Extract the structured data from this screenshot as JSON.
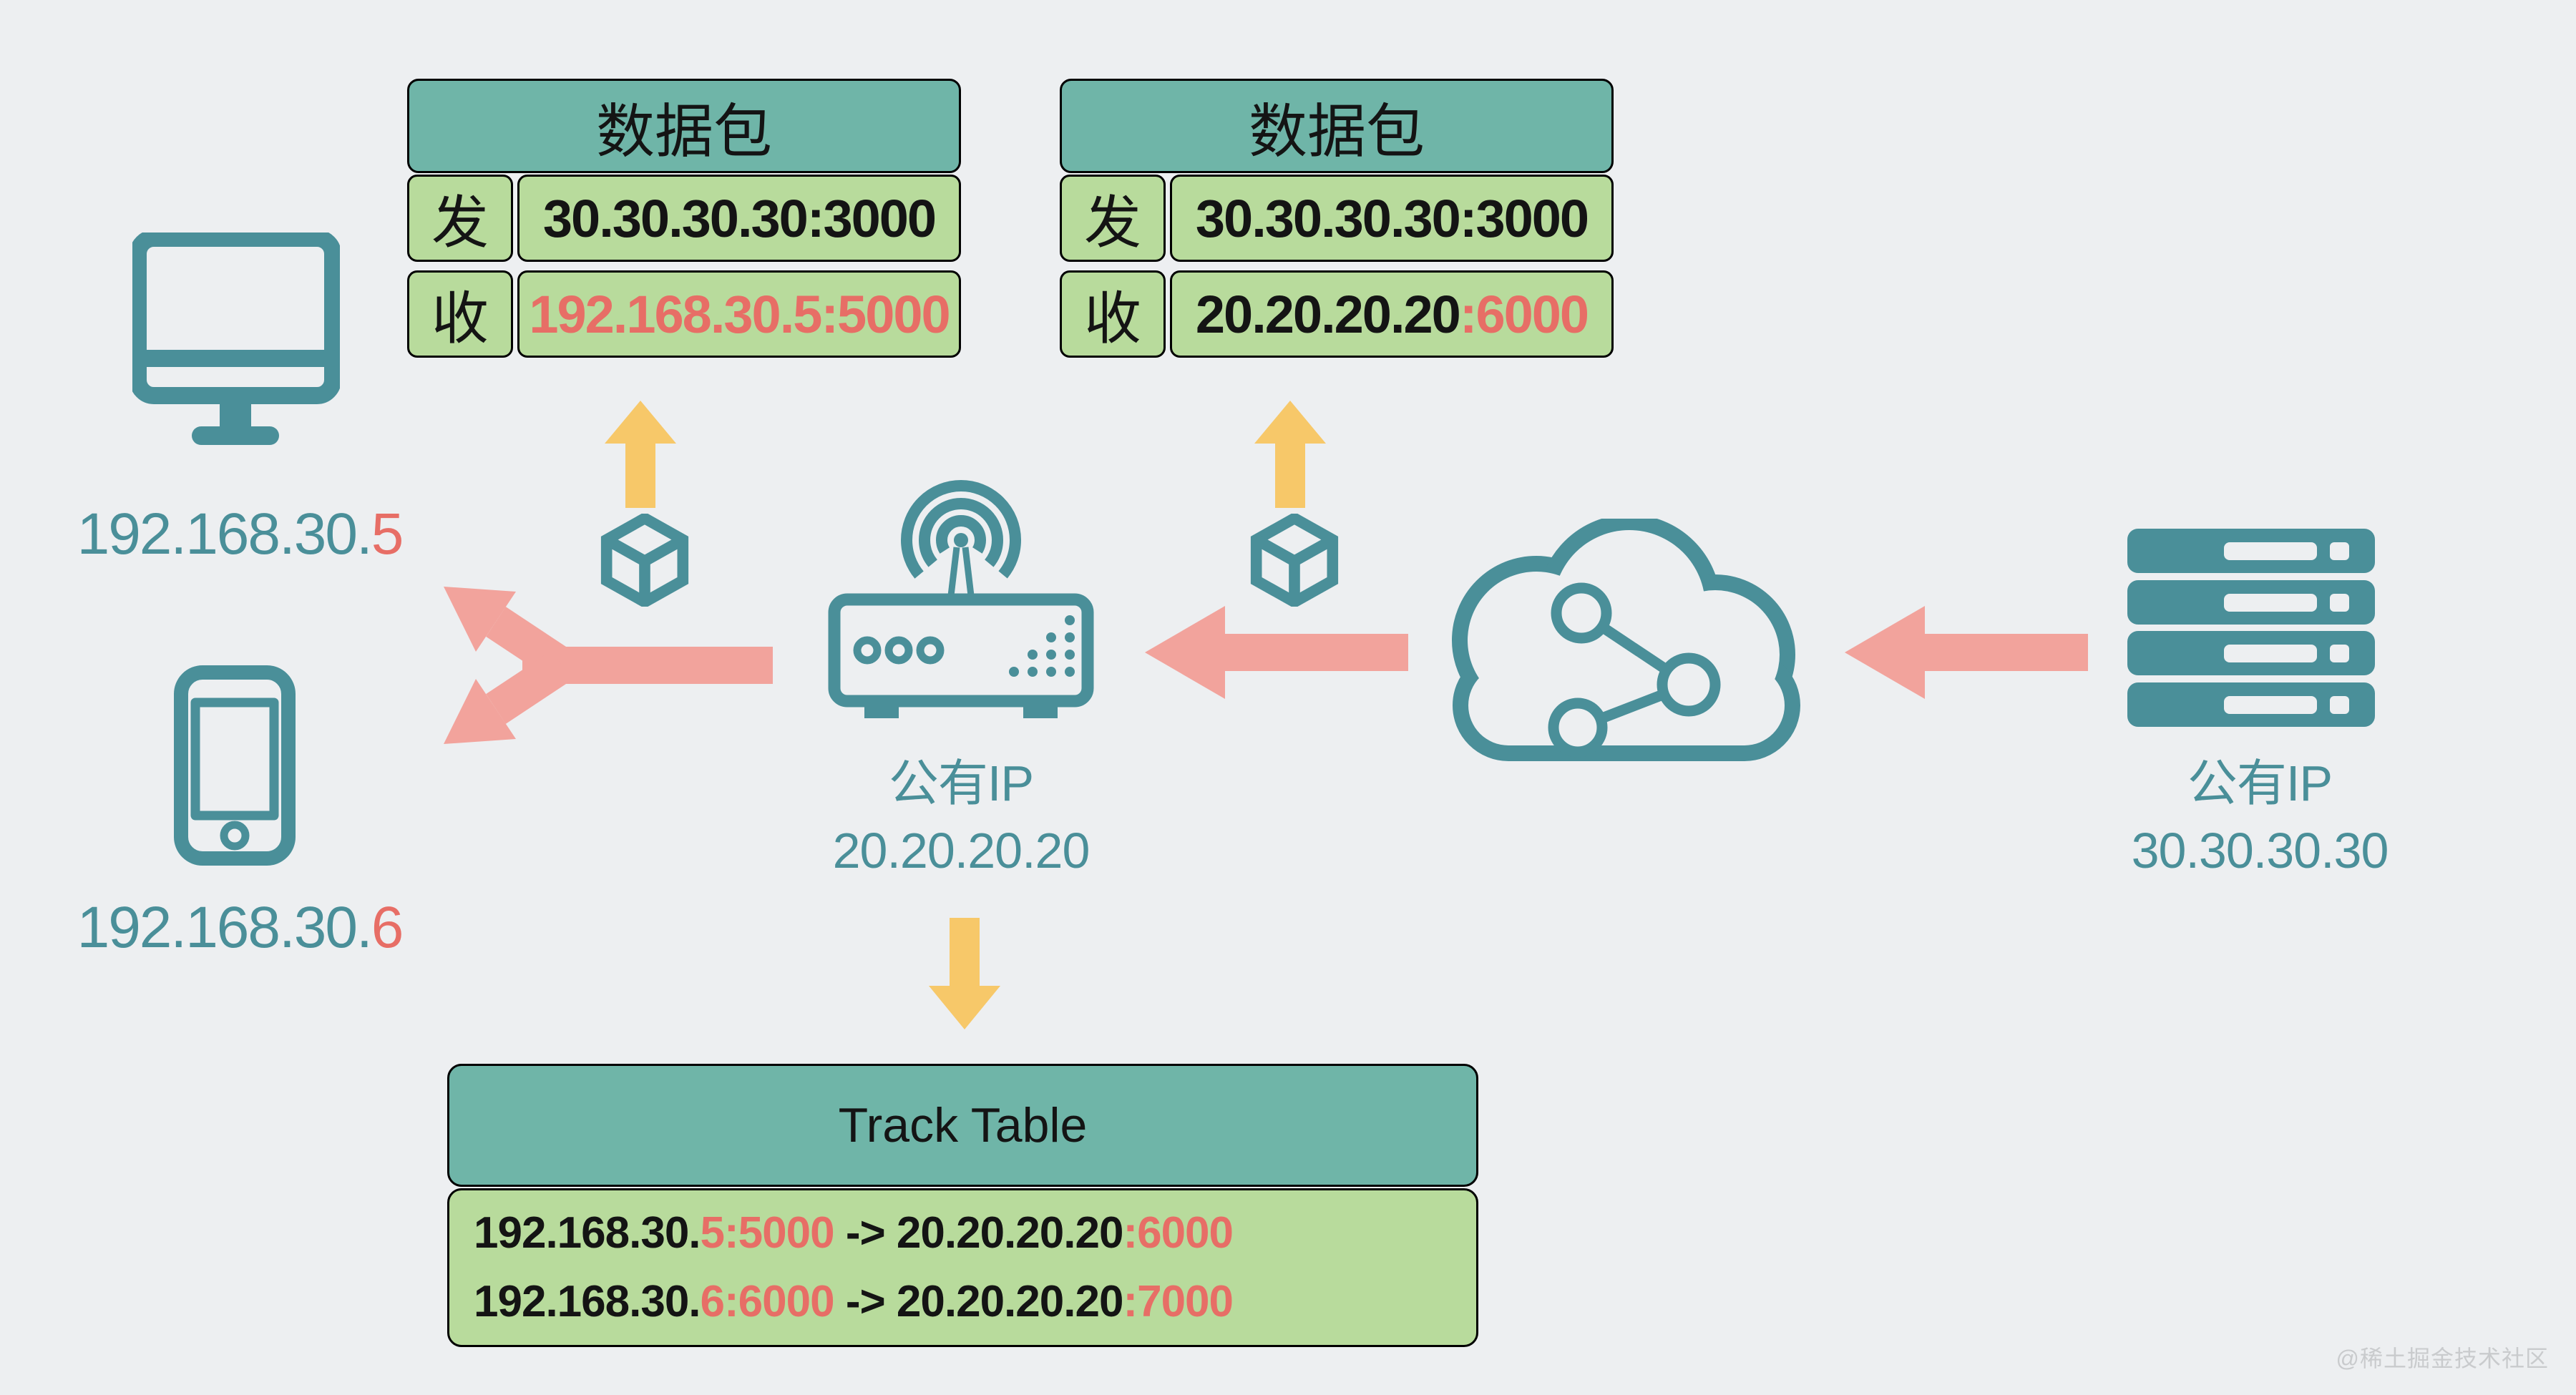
{
  "colors": {
    "background": "#edeff1",
    "teal_icon": "#4a8f99",
    "teal_header": "#6fb5a8",
    "cell_green": "#b8db9c",
    "accent_red": "#e76e66",
    "arrow_pink": "#f2a39c",
    "arrow_yellow": "#f7c869",
    "border_black": "#000000"
  },
  "packet_tables": [
    {
      "title": "数据包",
      "rows": [
        {
          "label": "发",
          "value_black": "30.30.30.30:3000",
          "value_red": ""
        },
        {
          "label": "收",
          "value_black": "",
          "value_red": "192.168.30.5:5000"
        }
      ]
    },
    {
      "title": "数据包",
      "rows": [
        {
          "label": "发",
          "value_black": "30.30.30.30:3000",
          "value_red": ""
        },
        {
          "label": "收",
          "value_black": "20.20.20.20",
          "value_red": ":6000"
        }
      ]
    }
  ],
  "devices": {
    "pc": {
      "ip_black": "192.168.30.",
      "ip_red": "5"
    },
    "phone": {
      "ip_black": "192.168.30.",
      "ip_red": "6"
    }
  },
  "router": {
    "label": "公有IP",
    "ip": "20.20.20.20"
  },
  "server": {
    "label": "公有IP",
    "ip": "30.30.30.30"
  },
  "track_table": {
    "title": "Track Table",
    "rows": [
      {
        "src_black": "192.168.30.",
        "src_red": "5:5000",
        "arrow": " -> ",
        "dst_black": "20.20.20.20",
        "dst_red": ":6000"
      },
      {
        "src_black": "192.168.30.",
        "src_red": "6:6000",
        "arrow": " -> ",
        "dst_black": "20.20.20.20",
        "dst_red": ":7000"
      }
    ]
  },
  "watermark": "@稀土掘金技术社区"
}
